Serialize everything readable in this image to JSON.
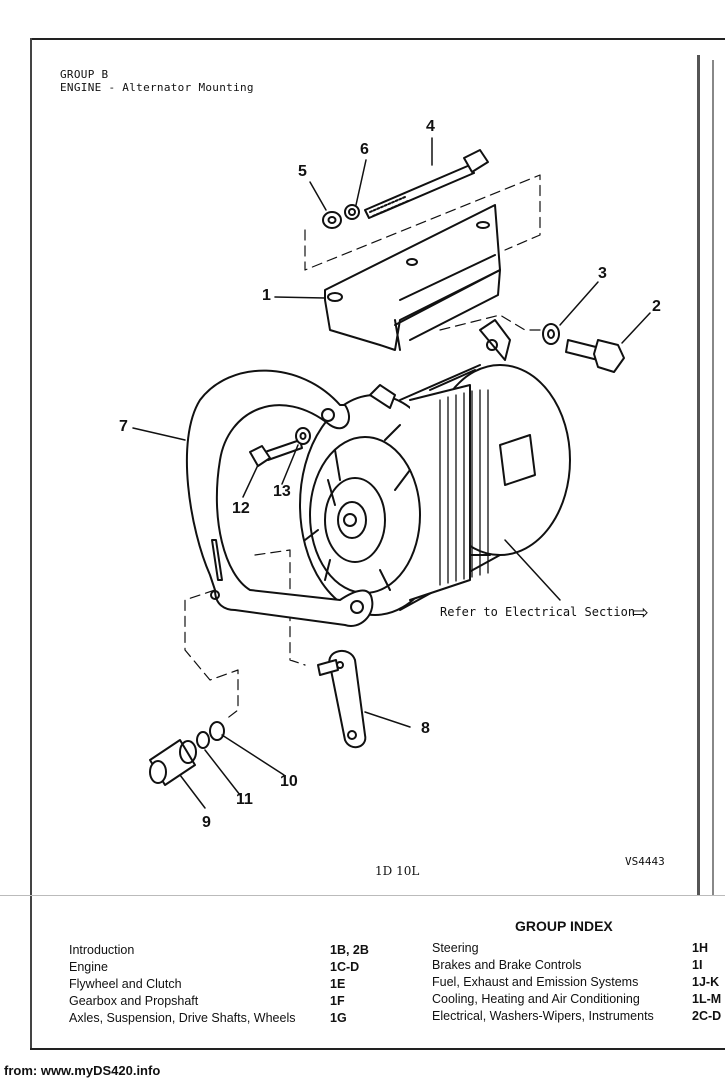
{
  "header": {
    "line1": "GROUP B",
    "line2": "ENGINE - Alternator Mounting"
  },
  "callouts": [
    "1",
    "2",
    "3",
    "4",
    "5",
    "6",
    "7",
    "8",
    "9",
    "10",
    "11",
    "12",
    "13"
  ],
  "refer_text": "Refer to Electrical Section",
  "arrow_glyph": "⇨",
  "ref_code_center": "1D 10L",
  "ref_code_right": "VS4443",
  "group_index": {
    "title": "GROUP INDEX",
    "left": [
      {
        "label": "Introduction",
        "code": "1B, 2B"
      },
      {
        "label": "Engine",
        "code": "1C-D"
      },
      {
        "label": "Flywheel and Clutch",
        "code": "1E"
      },
      {
        "label": "Gearbox and Propshaft",
        "code": "1F"
      },
      {
        "label": "Axles, Suspension, Drive Shafts, Wheels",
        "code": "1G"
      }
    ],
    "right": [
      {
        "label": "Steering",
        "code": "1H"
      },
      {
        "label": "Brakes and Brake Controls",
        "code": "1I"
      },
      {
        "label": "Fuel, Exhaust and Emission Systems",
        "code": "1J-K"
      },
      {
        "label": "Cooling, Heating and Air Conditioning",
        "code": "1L-M"
      },
      {
        "label": "Electrical, Washers-Wipers, Instruments",
        "code": "2C-D"
      }
    ]
  },
  "footer": "from: www.myDS420.info"
}
